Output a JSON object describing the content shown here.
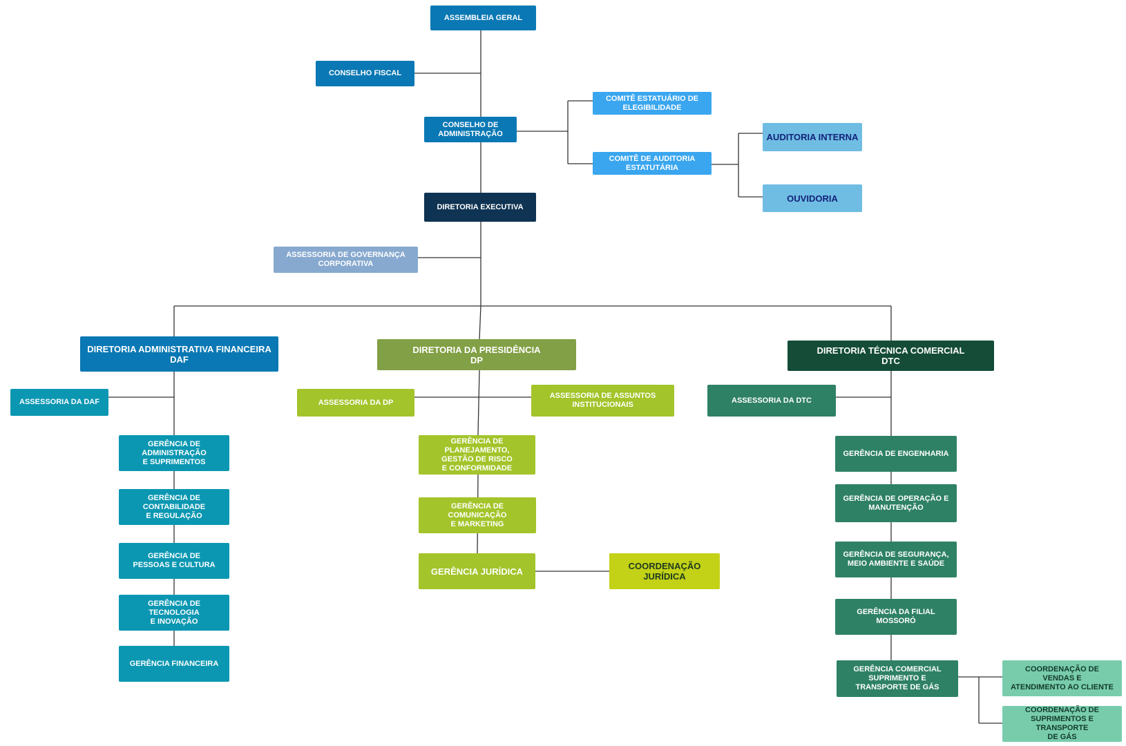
{
  "nodes": {
    "assembleia": {
      "label": "ASSEMBLEIA GERAL",
      "color": "#0a78b4"
    },
    "conselho_fiscal": {
      "label": "CONSELHO FISCAL",
      "color": "#0a78b4"
    },
    "conselho_adm": {
      "label": "CONSELHO DE\nADMINISTRAÇÃO",
      "color": "#0a78b4"
    },
    "comite_eleg": {
      "label": "COMITÊ ESTATUÁRIO DE\nELEGIBILIDADE",
      "color": "#3aa6ef"
    },
    "comite_aud": {
      "label": "COMITÊ DE AUDITORIA\nESTATUTÁRIA",
      "color": "#3aa6ef"
    },
    "auditoria": {
      "label": "AUDITORIA INTERNA",
      "color": "#6fbde3",
      "text": "#13237a"
    },
    "ouvidoria": {
      "label": "OUVIDORIA",
      "color": "#6fbde3",
      "text": "#13237a"
    },
    "dir_exec": {
      "label": "DIRETORIA EXECUTIVA",
      "color": "#0f3352"
    },
    "assess_gov": {
      "label": "ASSESSORIA DE GOVERNANÇA\nCORPORATIVA",
      "color": "#87a9cf"
    },
    "daf": {
      "label": "DIRETORIA ADMINISTRATIVA FINANCEIRA\nDAF",
      "color": "#0a78b4"
    },
    "dp": {
      "label": "DIRETORIA DA PRESIDÊNCIA\nDP",
      "color": "#82a045"
    },
    "dtc": {
      "label": "DIRETORIA TÉCNICA COMERCIAL\nDTC",
      "color": "#144c37"
    },
    "assess_daf": {
      "label": "ASSESSORIA DA DAF",
      "color": "#0b97b2"
    },
    "ger_adm": {
      "label": "GERÊNCIA DE\nADMINISTRAÇÃO\nE SUPRIMENTOS",
      "color": "#0b97b2"
    },
    "ger_cont": {
      "label": "GERÊNCIA DE\nCONTABILIDADE\nE REGULAÇÃO",
      "color": "#0b97b2"
    },
    "ger_pessoas": {
      "label": "GERÊNCIA DE\nPESSOAS E CULTURA",
      "color": "#0b97b2"
    },
    "ger_tec": {
      "label": "GERÊNCIA DE\nTECNOLOGIA\nE INOVAÇÃO",
      "color": "#0b97b2"
    },
    "ger_fin": {
      "label": "GERÊNCIA FINANCEIRA",
      "color": "#0b97b2"
    },
    "assess_dp": {
      "label": "ASSESSORIA DA DP",
      "color": "#a3c42a"
    },
    "assess_inst": {
      "label": "ASSESSORIA DE ASSUNTOS\nINSTITUCIONAIS",
      "color": "#a3c42a"
    },
    "ger_plan": {
      "label": "GERÊNCIA DE\nPLANEJAMENTO,\nGESTÃO DE RISCO\nE CONFORMIDADE",
      "color": "#a3c42a"
    },
    "ger_com": {
      "label": "GERÊNCIA DE\nCOMUNICAÇÃO\nE MARKETING",
      "color": "#a3c42a"
    },
    "ger_jur": {
      "label": "GERÊNCIA JURÍDICA",
      "color": "#a3c42a"
    },
    "coord_jur": {
      "label": "COORDENAÇÃO\nJURÍDICA",
      "color": "#c3d117",
      "text": "#1e3a1e"
    },
    "assess_dtc": {
      "label": "ASSESSORIA DA DTC",
      "color": "#2e8164"
    },
    "ger_eng": {
      "label": "GERÊNCIA DE ENGENHARIA",
      "color": "#2e8164"
    },
    "ger_op": {
      "label": "GERÊNCIA DE OPERAÇÃO E\nMANUTENÇÃO",
      "color": "#2e8164"
    },
    "ger_seg": {
      "label": "GERÊNCIA DE SEGURANÇA,\nMEIO AMBIENTE E SAÚDE",
      "color": "#2e8164"
    },
    "ger_filial": {
      "label": "GERÊNCIA DA FILIAL\nMOSSORÓ",
      "color": "#2e8164"
    },
    "ger_comercial": {
      "label": "GERÊNCIA COMERCIAL\nSUPRIMENTO E\nTRANSPORTE DE GÁS",
      "color": "#2e8164"
    },
    "coord_vendas": {
      "label": "COORDENAÇÃO DE\nVENDAS  E\nATENDIMENTO AO CLIENTE",
      "color": "#78ccac",
      "text": "#123a2c"
    },
    "coord_sup": {
      "label": "COORDENAÇÃO DE\nSUPRIMENTOS E TRANSPORTE\nDE GÁS",
      "color": "#78ccac",
      "text": "#123a2c"
    }
  },
  "line_color": "#333333"
}
